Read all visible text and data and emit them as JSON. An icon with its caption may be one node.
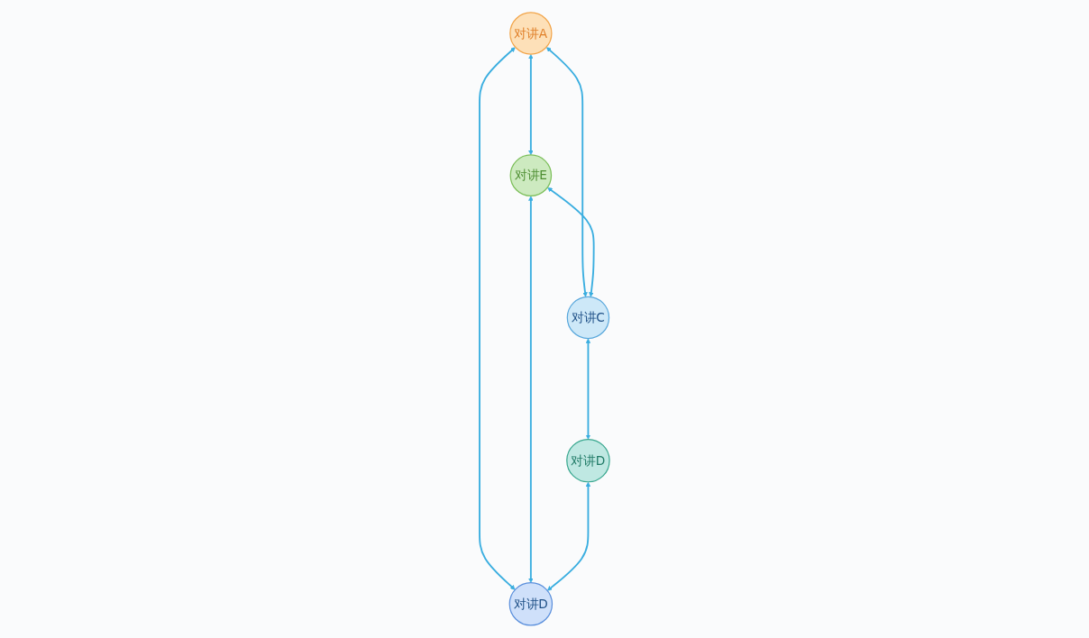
{
  "diagram": {
    "nodes": [
      {
        "text": [
          "对讲A"
        ]
      },
      {
        "text": [
          "对讲E"
        ]
      },
      {
        "text": [
          "对讲C"
        ]
      },
      {
        "text": [
          "对讲D"
        ]
      },
      {
        "text": [
          "对讲D"
        ]
      }
    ],
    "edges": [
      {
        "from": 0,
        "to": 1,
        "arrow": "both"
      },
      {
        "from": 0,
        "to": 2,
        "arrow": "both"
      },
      {
        "from": 0,
        "to": 4,
        "arrow": "both"
      },
      {
        "from": 1,
        "to": 2,
        "arrow": "both"
      },
      {
        "from": 1,
        "to": 4,
        "arrow": "both"
      },
      {
        "from": 2,
        "to": 3,
        "arrow": "both"
      },
      {
        "from": 3,
        "to": 4,
        "arrow": "both"
      }
    ]
  }
}
